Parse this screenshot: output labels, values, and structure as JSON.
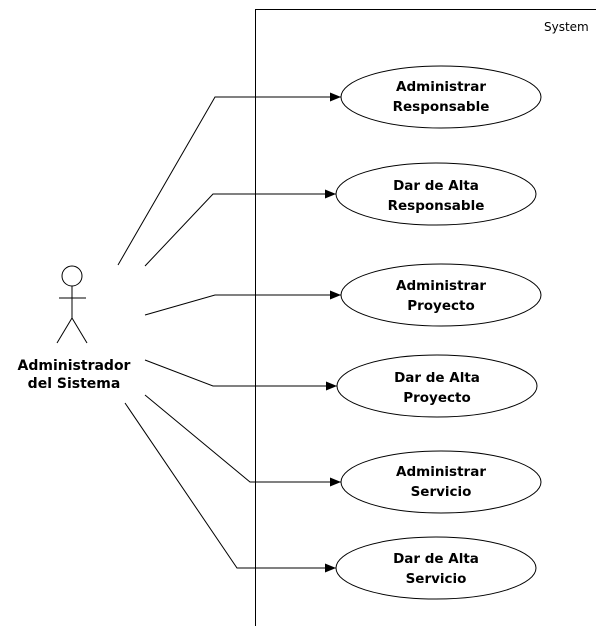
{
  "system": {
    "label": "System"
  },
  "actor": {
    "name_line1": "Administrador",
    "name_line2": "del Sistema"
  },
  "use_cases": [
    {
      "line1": "Administrar",
      "line2": "Responsable"
    },
    {
      "line1": "Dar de Alta",
      "line2": "Responsable"
    },
    {
      "line1": "Administrar",
      "line2": "Proyecto"
    },
    {
      "line1": "Dar de Alta",
      "line2": "Proyecto"
    },
    {
      "line1": "Administrar",
      "line2": "Servicio"
    },
    {
      "line1": "Dar de Alta",
      "line2": "Servicio"
    }
  ]
}
